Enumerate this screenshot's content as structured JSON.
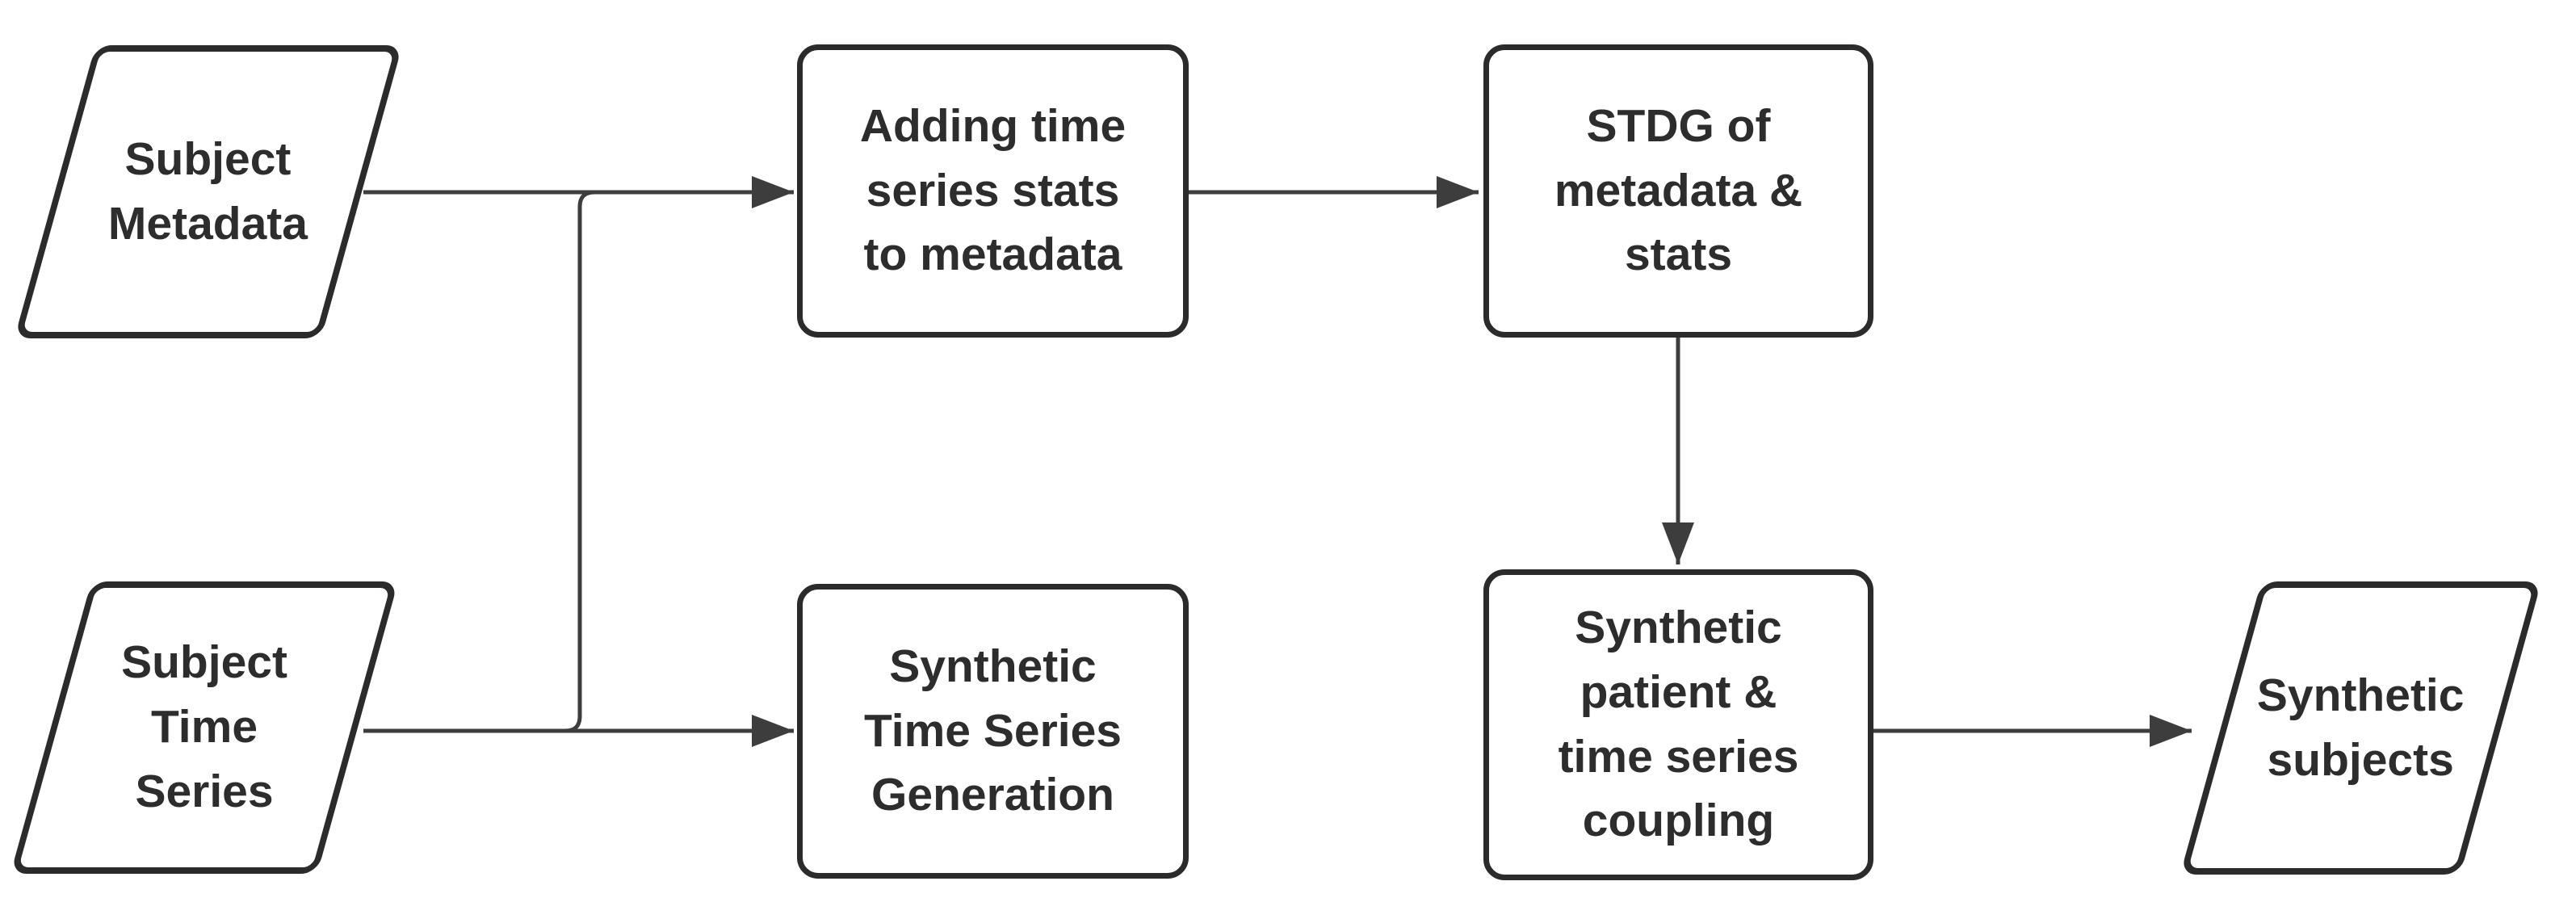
{
  "diagram": {
    "type": "flowchart",
    "nodes": {
      "subject_metadata": {
        "label": "Subject\nMetadata",
        "shape": "parallelogram-io"
      },
      "adding_stats": {
        "label": "Adding time\nseries stats\nto metadata",
        "shape": "process-box"
      },
      "stdg": {
        "label": "STDG of\nmetadata &\nstats",
        "shape": "process-box"
      },
      "subject_time_series": {
        "label": "Subject\nTime\nSeries",
        "shape": "parallelogram-io"
      },
      "synthetic_ts_generation": {
        "label": "Synthetic\nTime Series\nGeneration",
        "shape": "process-box"
      },
      "coupling": {
        "label": "Synthetic\npatient &\ntime series\ncoupling",
        "shape": "process-box"
      },
      "synthetic_subjects": {
        "label": "Synthetic\nsubjects",
        "shape": "parallelogram-io"
      }
    },
    "edges": [
      {
        "from": "subject_metadata",
        "to": "adding_stats",
        "style": "arrow"
      },
      {
        "from": "subject_time_series",
        "to": "adding_stats",
        "style": "orthogonal-merge"
      },
      {
        "from": "subject_time_series",
        "to": "synthetic_ts_generation",
        "style": "arrow"
      },
      {
        "from": "adding_stats",
        "to": "stdg",
        "style": "arrow"
      },
      {
        "from": "stdg",
        "to": "coupling",
        "style": "arrow-down"
      },
      {
        "from": "coupling",
        "to": "synthetic_subjects",
        "style": "arrow"
      }
    ],
    "colors": {
      "ink": "#2b2b2b",
      "line": "#3d3d3d",
      "text": "#2d2d2d",
      "background": "#ffffff",
      "fill": "#ffffff"
    }
  }
}
